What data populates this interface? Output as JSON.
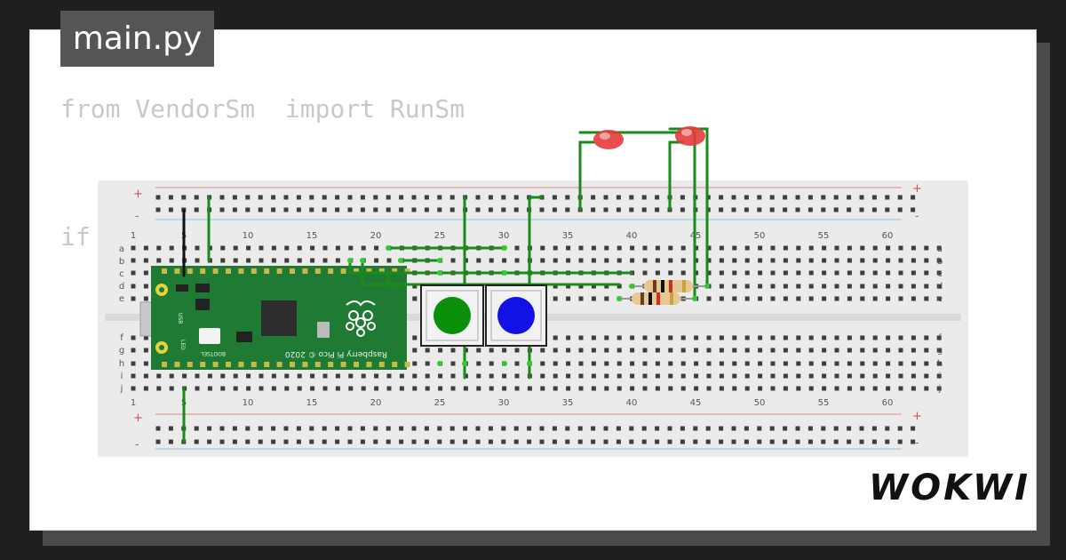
{
  "editor": {
    "file_tab": "main.py",
    "code_lines": [
      "from VendorSm  import RunSm",
      "if"
    ]
  },
  "breadboard": {
    "column_numbers": [
      "1",
      "5",
      "10",
      "15",
      "20",
      "25",
      "30",
      "35",
      "40",
      "45",
      "50",
      "55",
      "60"
    ],
    "row_letters_top": [
      "a",
      "b",
      "c",
      "d",
      "e"
    ],
    "row_letters_bottom": [
      "f",
      "g",
      "h",
      "i",
      "j"
    ],
    "rail_plus": "+",
    "rail_minus": "-"
  },
  "pico": {
    "silkscreen_brand": "Raspberry Pi Pico © 2020",
    "usb_label": "USB",
    "bootsel_label": "BOOTSEL",
    "led_label": "LED"
  },
  "components": {
    "button_colors": [
      "#0a8f0a",
      "#1212e6"
    ],
    "led_color": "#e53b3b",
    "wire_color": "#1a8a1a",
    "board_green": "#1f7a34"
  },
  "branding": {
    "logo": "WOKWI"
  }
}
